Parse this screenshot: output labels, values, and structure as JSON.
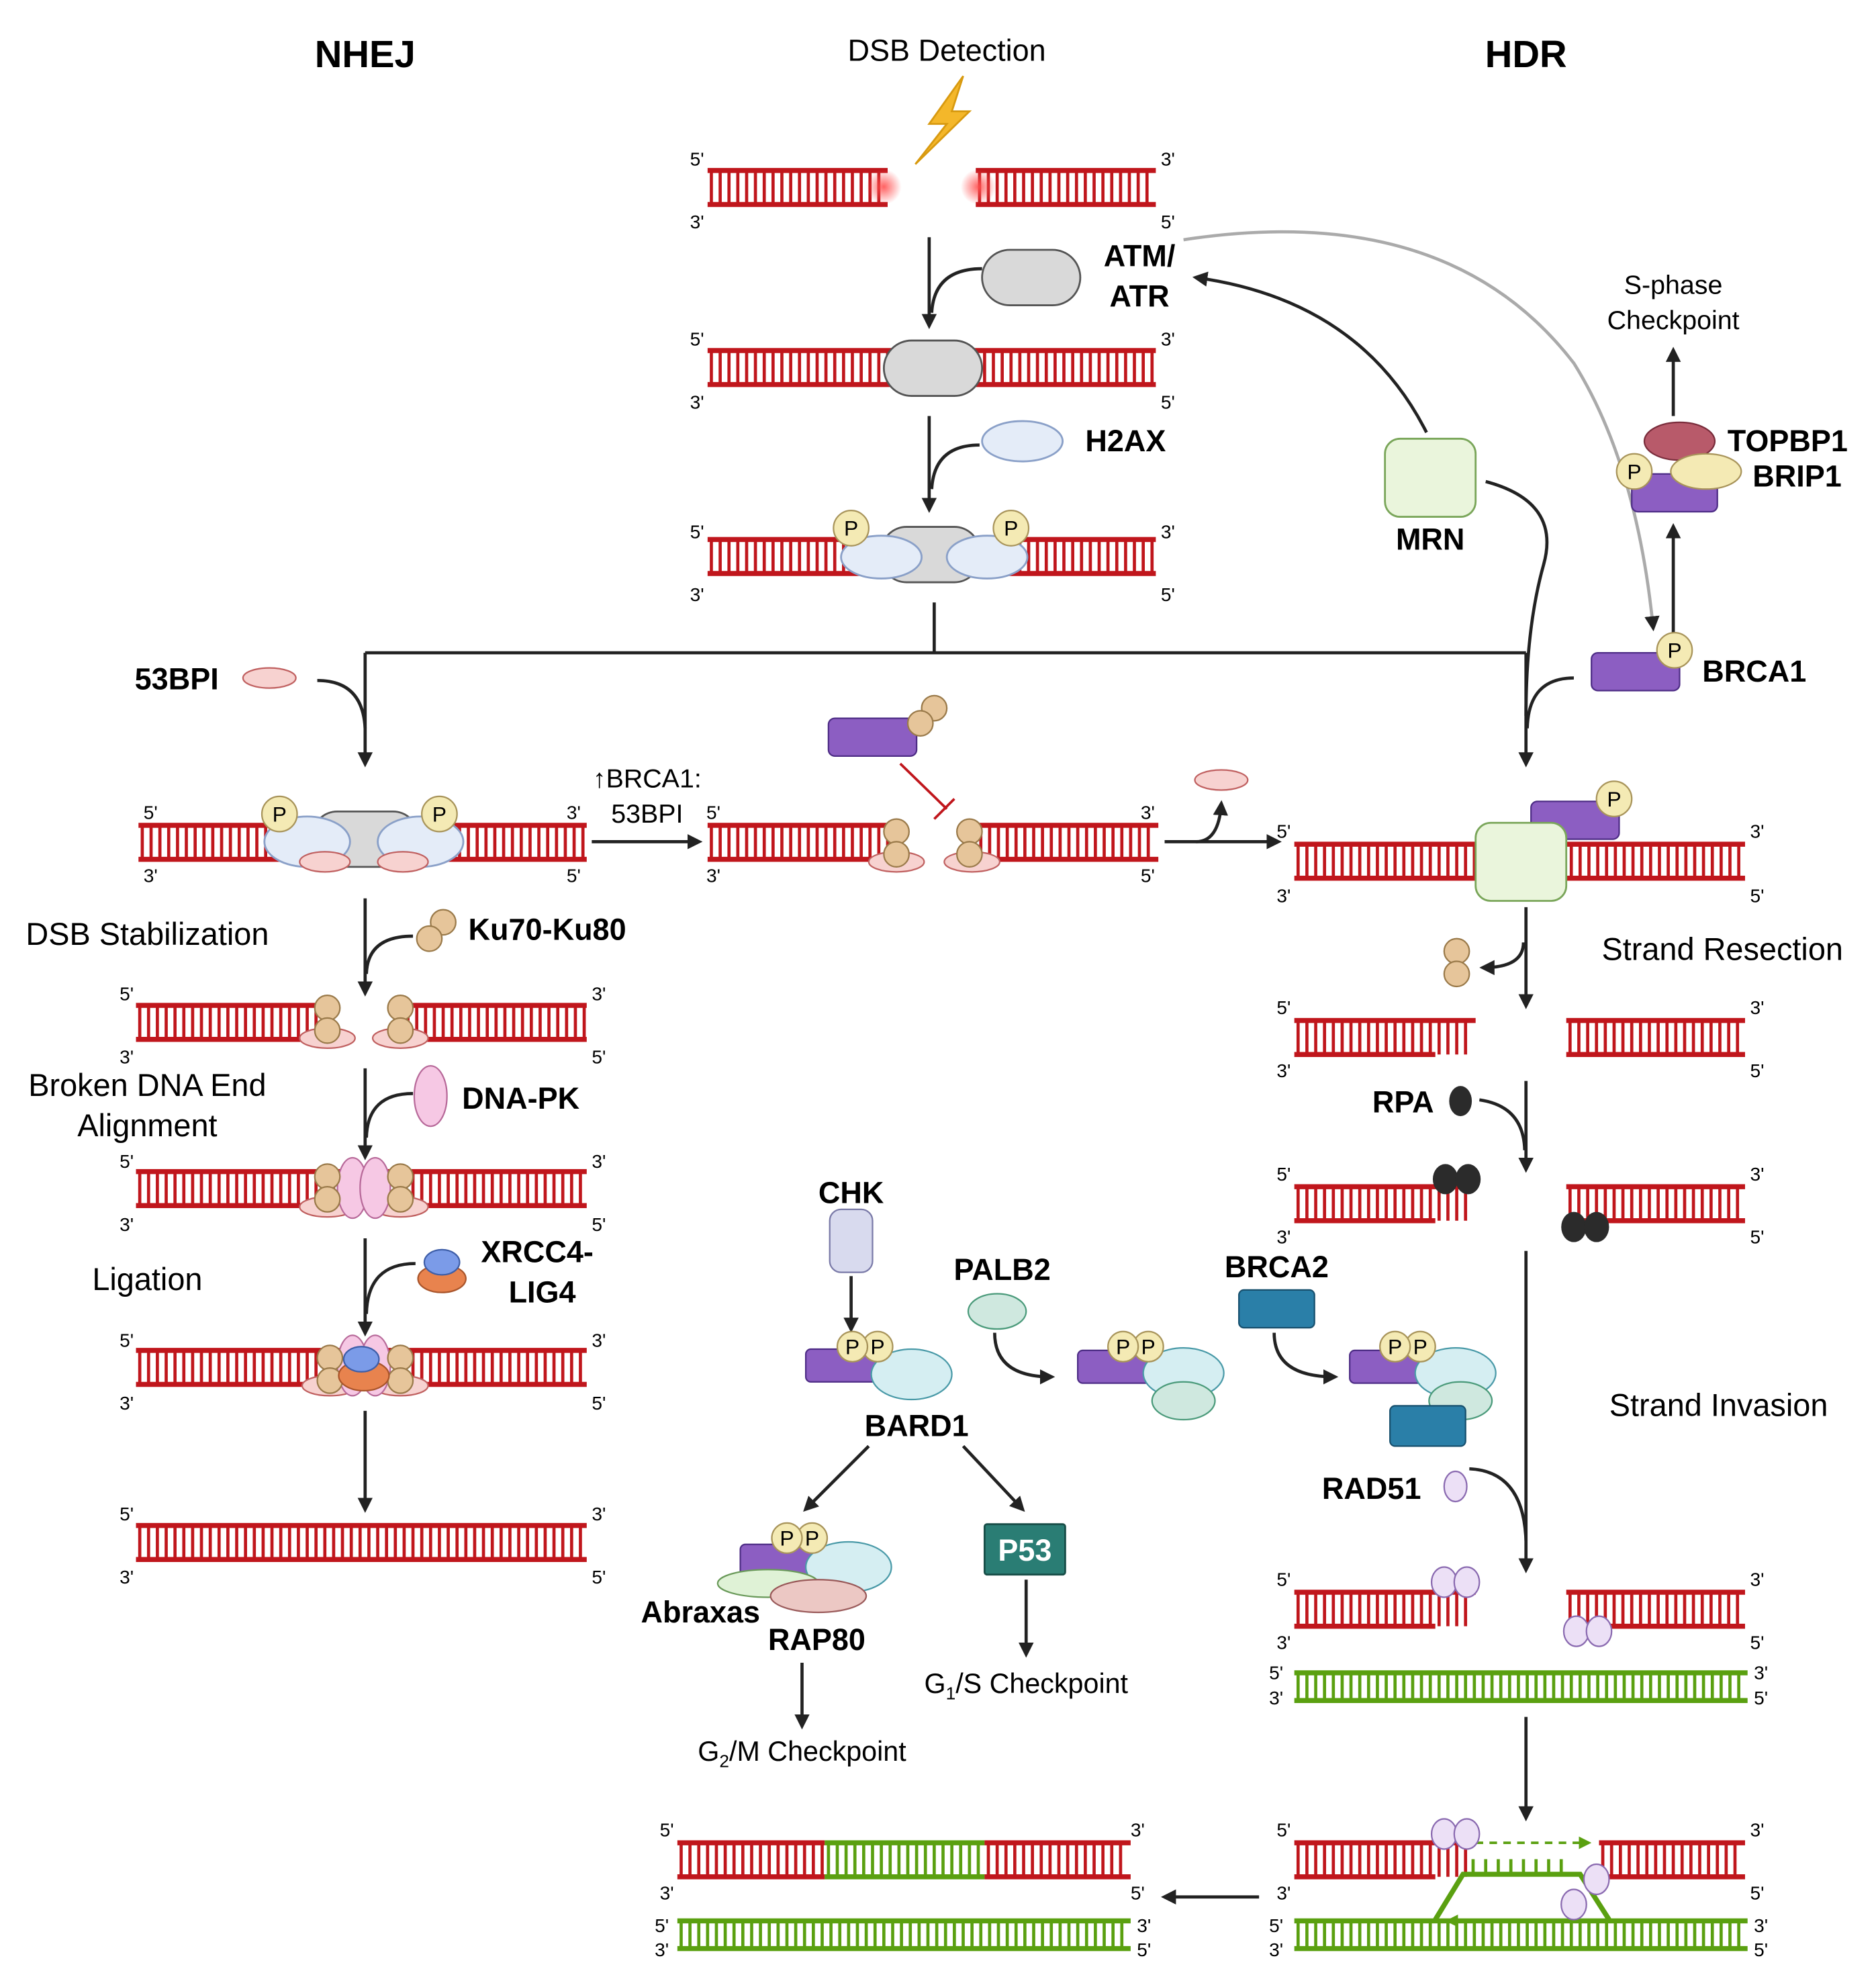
{
  "headers": {
    "nhej": "NHEJ",
    "detection": "DSB Detection",
    "hdr": "HDR"
  },
  "ends": {
    "five": "5'",
    "three": "3'"
  },
  "proteins": {
    "atm": [
      "ATM/",
      "ATR"
    ],
    "h2ax": "H2AX",
    "mrn": "MRN",
    "topbp1": "TOPBP1",
    "brip1": "BRIP1",
    "brca1": "BRCA1",
    "bp53": "53BPI",
    "ku": "Ku70-Ku80",
    "dnapk": "DNA-PK",
    "xrcc4": [
      "XRCC4-",
      "LIG4"
    ],
    "chk": "CHK",
    "palb2": "PALB2",
    "brca2": "BRCA2",
    "bard1": "BARD1",
    "abraxas": "Abraxas",
    "rap80": "RAP80",
    "p53": "P53",
    "rpa": "RPA",
    "rad51": "RAD51",
    "phospho": "P"
  },
  "ratio_label": [
    "↑BRCA1:",
    "53BPI"
  ],
  "checkpoints": {
    "sphase": [
      "S-phase",
      "Checkpoint"
    ],
    "g1s": {
      "pre": "G",
      "sub": "1",
      "post": "/S Checkpoint"
    },
    "g2m": {
      "pre": "G",
      "sub": "2",
      "post": "/M Checkpoint"
    }
  },
  "steps": {
    "stabilization": "DSB Stabilization",
    "alignment": [
      "Broken DNA End",
      "Alignment"
    ],
    "ligation": "Ligation",
    "resection": "Strand Resection",
    "invasion": "Strand Invasion"
  },
  "colors": {
    "dna_red": "#c0161c",
    "dna_green": "#5aa010",
    "gray_complex": "#d9d9d9",
    "h2ax_blue": "#e4ecf8",
    "mrn_green": "#eaf5dc",
    "brca1_purple": "#8c5ec2",
    "phospho_cream": "#f4eab4",
    "ku_tan": "#e6c59a",
    "bp53_pink": "#f7d2d0",
    "dnapk_pink": "#f6c8e4",
    "p53_teal": "#2a7d74",
    "brca2_blue": "#2a7fa8",
    "rpa_black": "#2b2b2b",
    "rad51_lilac": "#ece0f6",
    "topbp1_maroon": "#b85a6a",
    "chk_lavender": "#d8daee",
    "bard1_cyan": "#d5eef2",
    "palb2_mint": "#cfe8df",
    "bolt_yellow": "#f4b72a"
  }
}
